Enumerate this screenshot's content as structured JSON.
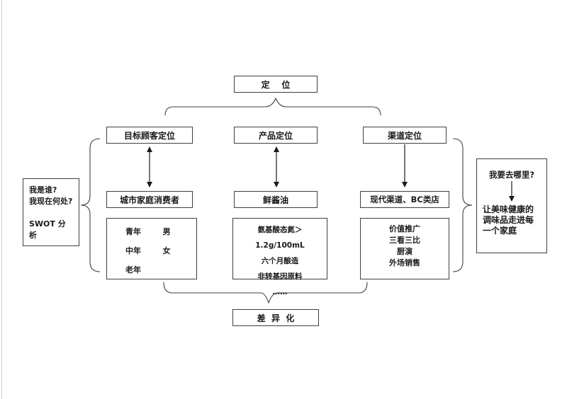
{
  "page": {
    "background": "#ffffff",
    "line_color": "#3f3f3f",
    "text_color": "#1a1a1a"
  },
  "top_box": {
    "label": "定    位"
  },
  "columns": [
    {
      "header": "目标顾客定位",
      "arrow": "double",
      "target": "城市家庭消费者",
      "details": [
        "青年        男",
        "中年        女",
        "老年"
      ]
    },
    {
      "header": "产品定位",
      "arrow": "double",
      "target": "鲜酱油",
      "details": [
        "氨基酸态氮＞ 1.2g/100mL",
        "六个月酿造",
        "非转基因原料",
        "……"
      ]
    },
    {
      "header": "渠道定位",
      "arrow": "down",
      "target": "现代渠道、BC类店",
      "details": [
        "价值推广",
        "三看三比",
        "厨演",
        "外场销售"
      ]
    }
  ],
  "left_note": {
    "line1": "我是谁?",
    "line2": "我现在何处?",
    "line3": "SWOT 分析"
  },
  "right_note": {
    "question": "我要去哪里?",
    "answer": "让美味健康的调味品走进每一个家庭"
  },
  "bottom_box": {
    "label": "差  异  化"
  }
}
